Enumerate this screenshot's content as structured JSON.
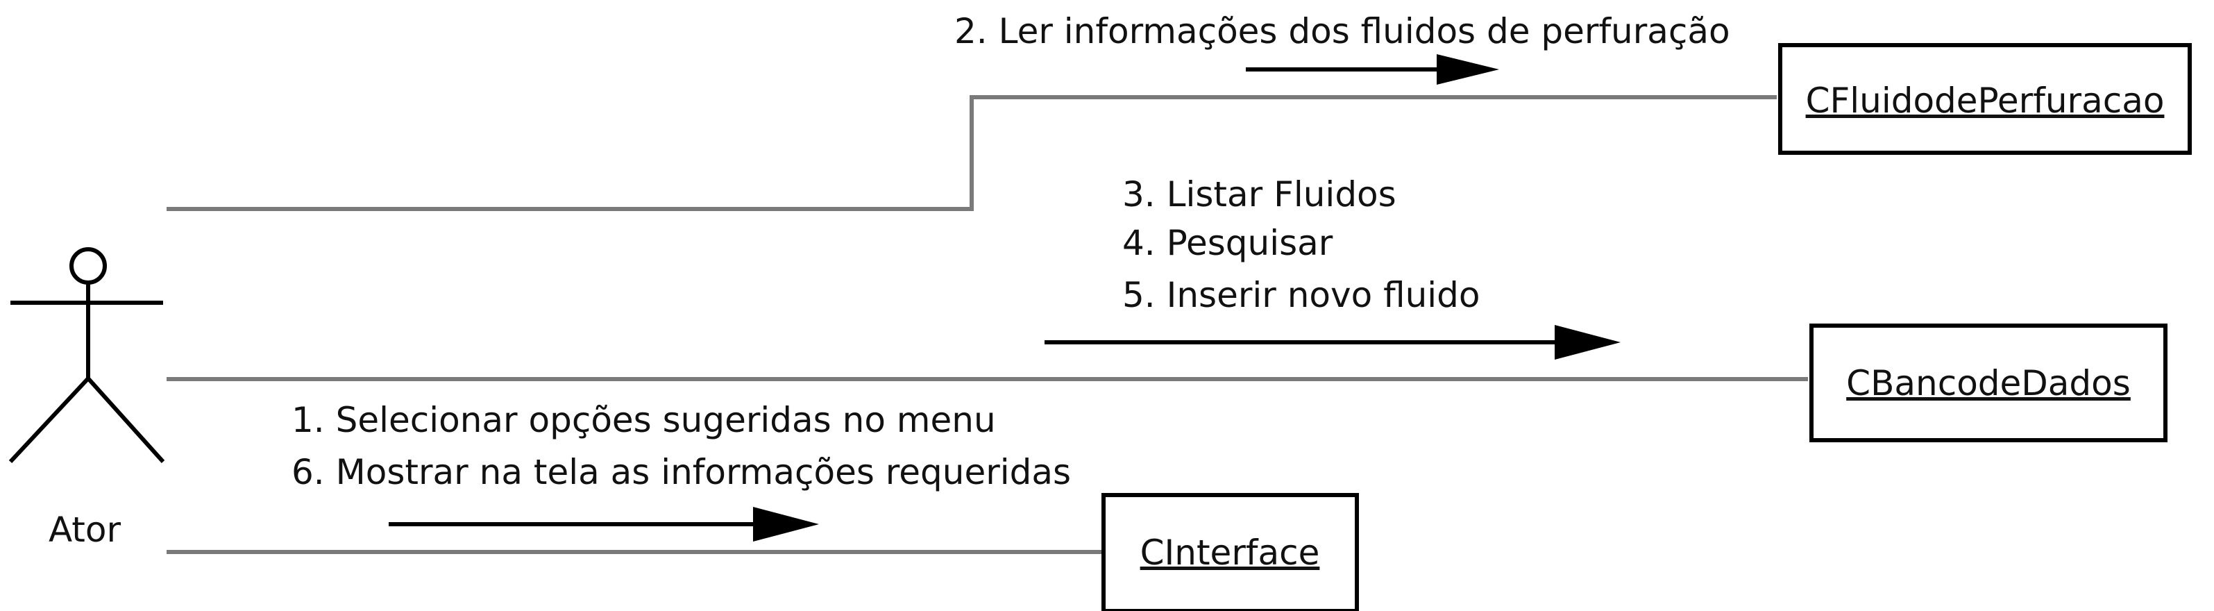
{
  "actor": {
    "name": "Ator"
  },
  "objects": {
    "fluido": "CFluidodePerfuracao",
    "banco": "CBancodeDados",
    "interface": "CInterface"
  },
  "messages": {
    "m2": "2. Ler informações dos fluidos de perfuração",
    "m3": "3. Listar Fluidos",
    "m4": "4. Pesquisar",
    "m5": "5. Inserir novo fluido",
    "m1": "1. Selecionar opções sugeridas no menu",
    "m6": "6. Mostrar na tela as informações requeridas"
  },
  "colors": {
    "link_line": "#7a7a7a",
    "arrow": "#000000",
    "box_border": "#000000"
  }
}
